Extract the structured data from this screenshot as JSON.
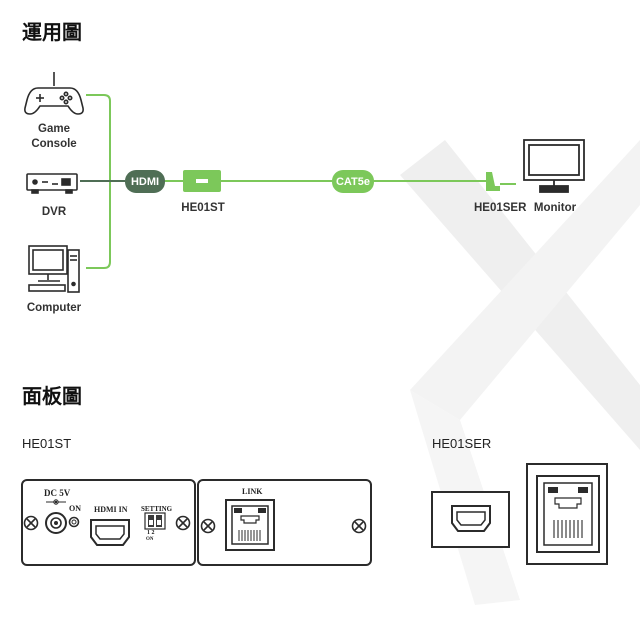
{
  "colors": {
    "green": "#7cc85a",
    "dark_green": "#4f6e55",
    "device_stroke": "#2b2b2b",
    "watermark": "#efefef"
  },
  "sections": {
    "application_title": "運用圖",
    "panel_title": "面板圖"
  },
  "diagram": {
    "devices": {
      "game_console": {
        "label_line1": "Game",
        "label_line2": "Console",
        "icon": "gamepad-icon"
      },
      "dvr": {
        "label": "DVR",
        "icon": "dvr-icon"
      },
      "computer": {
        "label": "Computer",
        "icon": "computer-icon"
      },
      "monitor": {
        "label": "Monitor",
        "icon": "monitor-icon"
      }
    },
    "cables": {
      "hdmi": "HDMI",
      "cat5e": "CAT5e"
    },
    "modules": {
      "transmitter": "HE01ST",
      "receiver": "HE01SER"
    }
  },
  "panels": {
    "transmitter": {
      "title": "HE01ST",
      "dc_label": "DC 5V",
      "on_label": "ON",
      "hdmi_in_label": "HDMI IN",
      "setting_label": "SETTING",
      "switch_numbers": "1 2",
      "switch_on": "ON",
      "link_label": "LINK"
    },
    "receiver": {
      "title": "HE01SER"
    }
  }
}
